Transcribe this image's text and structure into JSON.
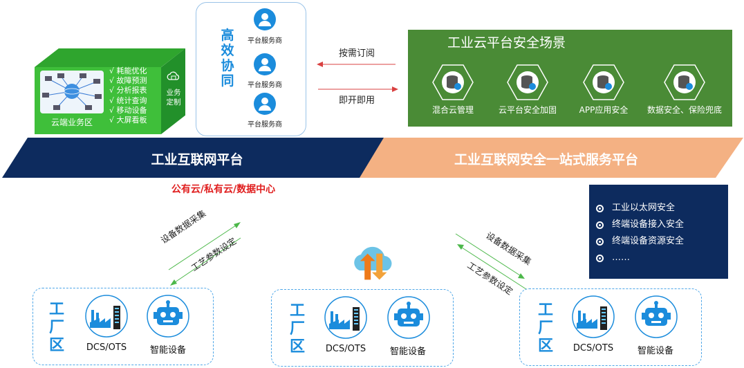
{
  "cloud_zone": {
    "label": "云端业务区",
    "features": [
      "√ 耗能优化",
      "√ 故障预测",
      "√ 分析报表",
      "√ 统计查询",
      "√ 移动设备",
      "√ 大屏看板"
    ],
    "side_label_1": "业务",
    "side_label_2": "定制"
  },
  "collab": {
    "title_chars": [
      "高",
      "效",
      "协",
      "同"
    ],
    "providers": [
      "平台服务商",
      "平台服务商",
      "平台服务商"
    ]
  },
  "arrows": {
    "subscribe": "按需订阅",
    "ready": "即开即用"
  },
  "security_scenes": {
    "title": "工业云平台安全场景",
    "items": [
      "混合云管理",
      "云平台安全加固",
      "APP应用安全",
      "数据安全、保险兜底"
    ]
  },
  "bands": {
    "left": "工业互联网平台",
    "right": "工业互联网安全一站式服务平台"
  },
  "deploy_note": "公有云/私有云/数据中心",
  "security_list": [
    "工业以太网安全",
    "终端设备接入安全",
    "终端设备资源安全",
    "……"
  ],
  "data_flow": {
    "collect": "设备数据采集",
    "set_params": "工艺参数设定"
  },
  "factory": {
    "title_chars": [
      "工",
      "厂",
      "区"
    ],
    "dcs_label": "DCS/OTS",
    "smart_label": "智能设备"
  },
  "colors": {
    "navy": "#0d2b5e",
    "peach": "#f4b183",
    "green": "#4a8b36",
    "cube_green": "#3fbf3a",
    "accent_blue": "#1b8cdc",
    "red": "#e01e1e"
  }
}
